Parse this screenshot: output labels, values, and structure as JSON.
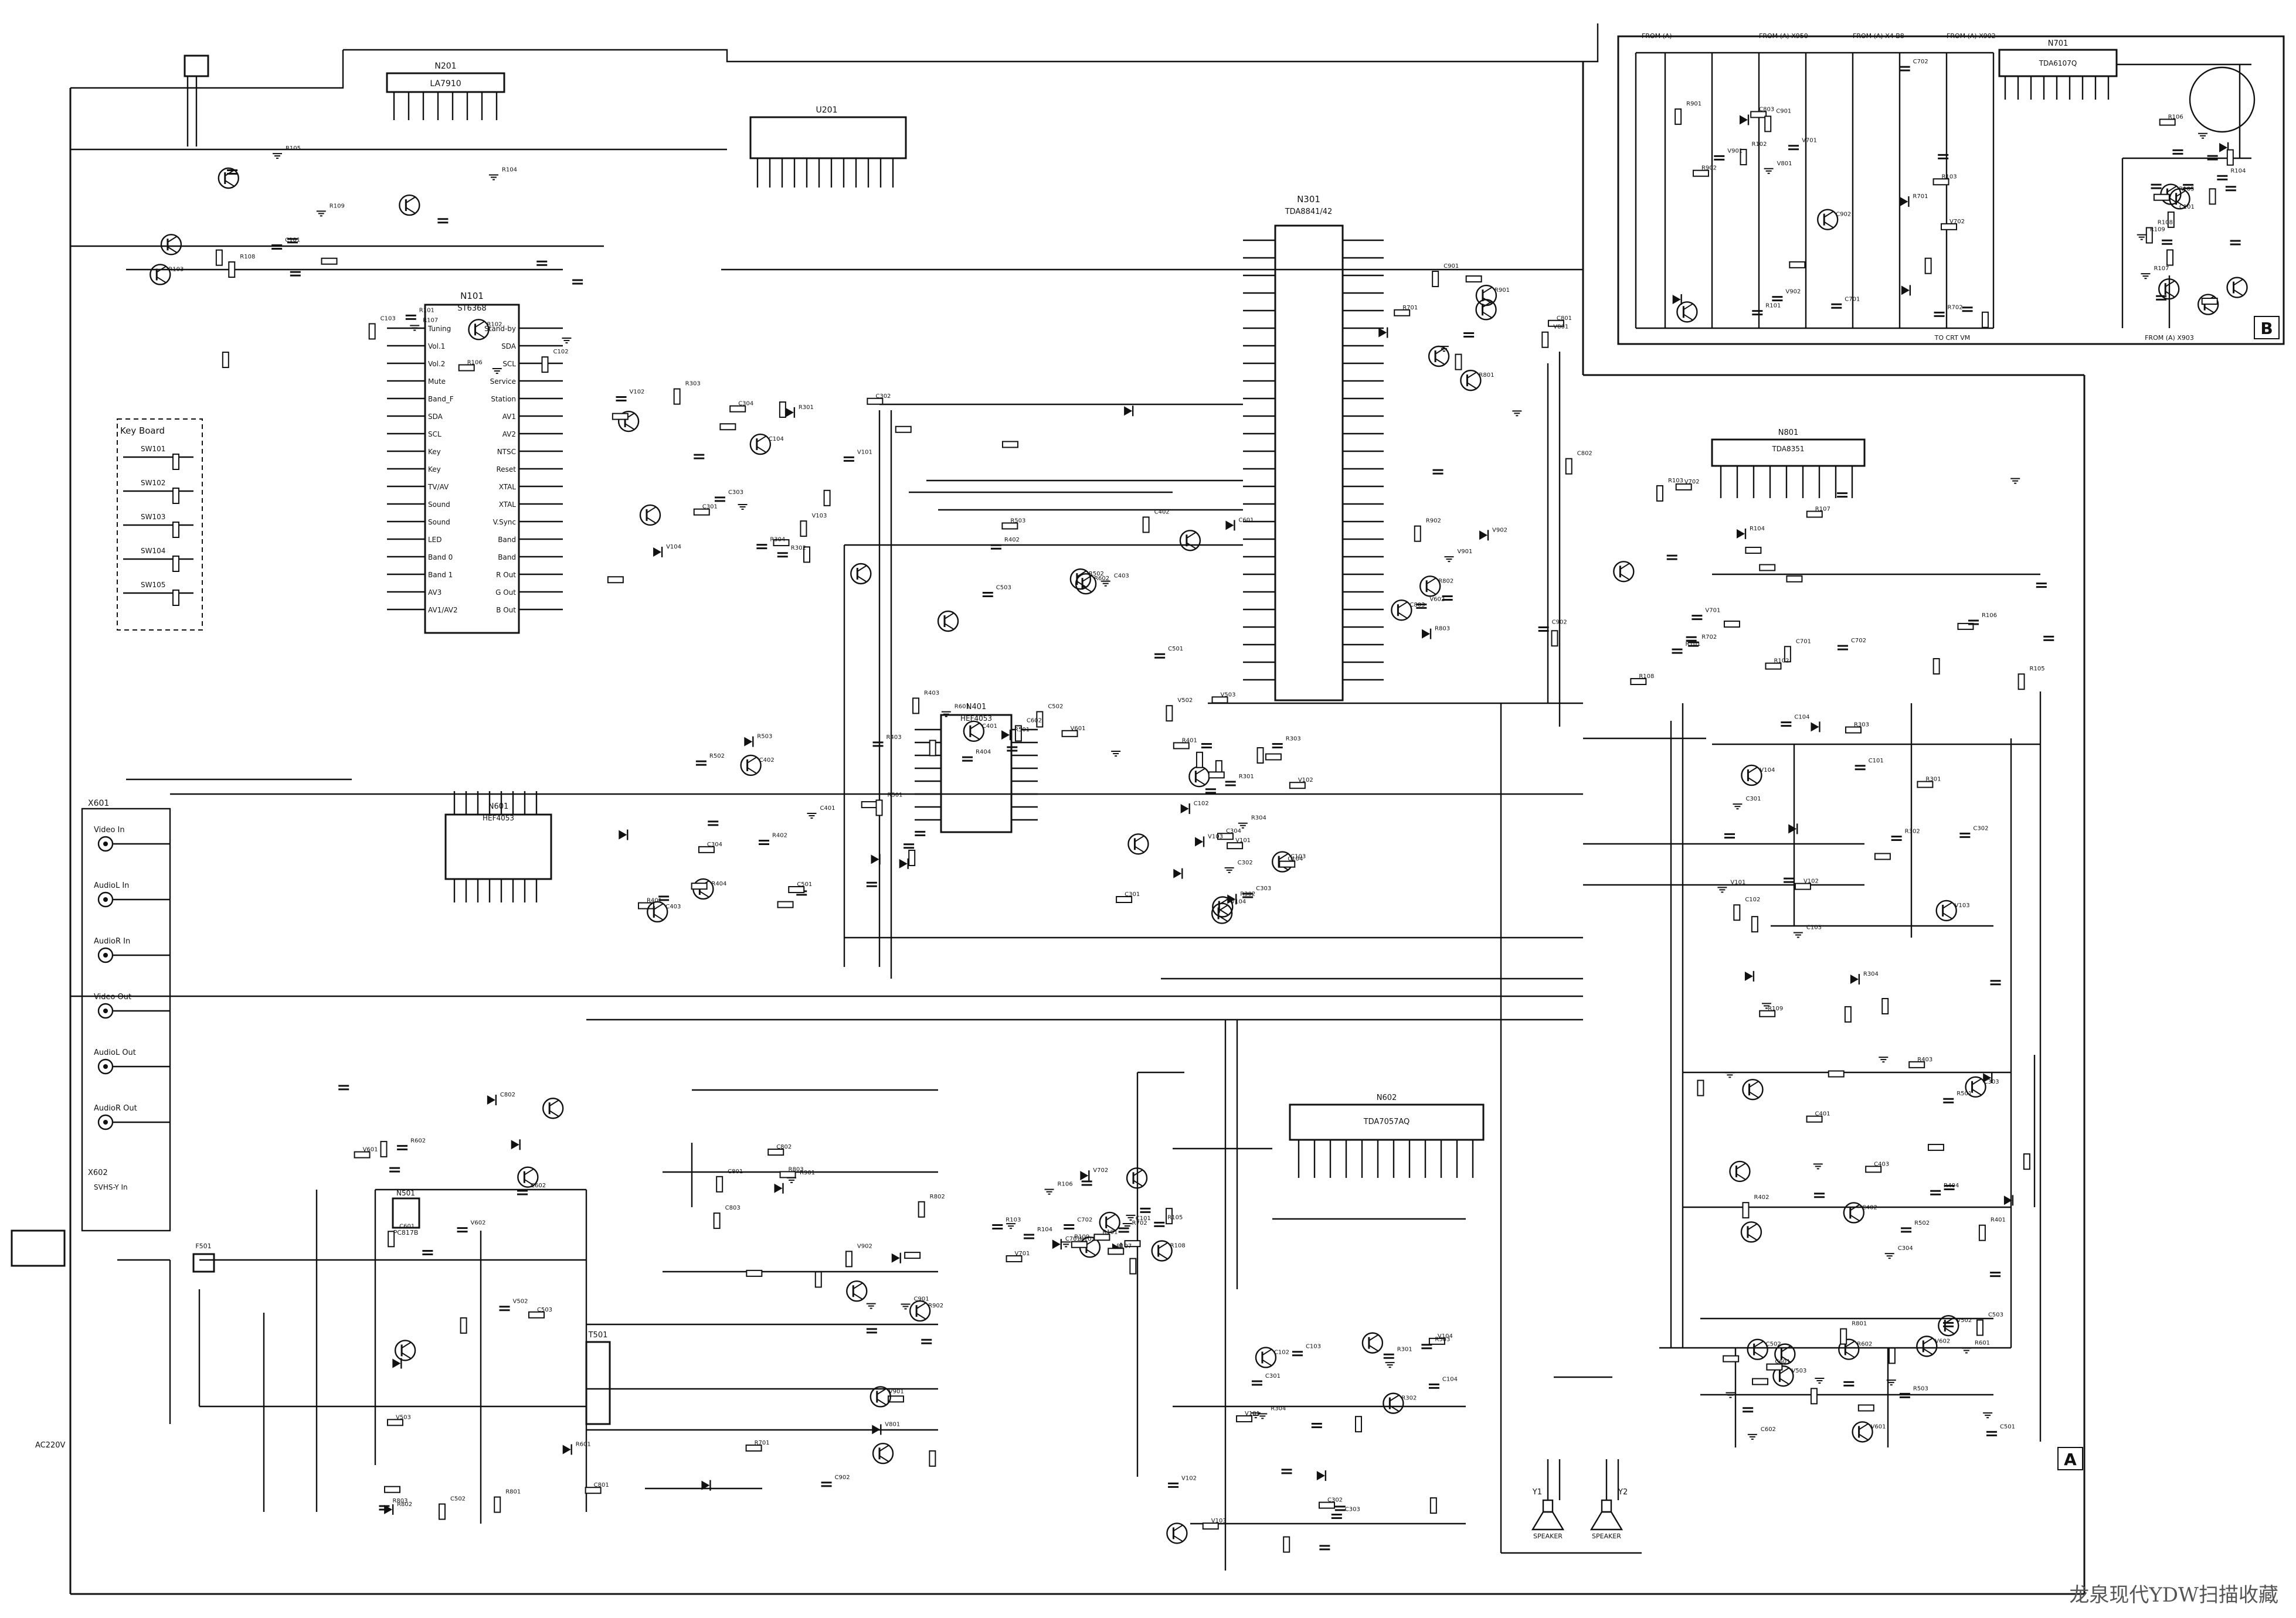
{
  "watermark": "龙泉现代YDW扫描收藏",
  "board_labels": {
    "main": "A",
    "crt": "B"
  },
  "ics": {
    "n201": {
      "ref": "N201",
      "part": "LA7910"
    },
    "n101": {
      "ref": "N101",
      "part": "ST6368"
    },
    "n301": {
      "ref": "N301",
      "part": "TDA8841/42"
    },
    "n201b": {
      "ref": "U201",
      "part": ""
    },
    "n401": {
      "ref": "N401",
      "part": "HEF4053"
    },
    "n601": {
      "ref": "N601",
      "part": "HEF4053"
    },
    "n801": {
      "ref": "N801",
      "part": "TDA8351"
    },
    "n602": {
      "ref": "N602",
      "part": "TDA7057AQ"
    },
    "n701": {
      "ref": "N701",
      "part": "TDA6107Q"
    }
  },
  "boxes": {
    "keyboard": "Key Board",
    "scart": "X601"
  },
  "connectors": {
    "video_in": "Video In",
    "audiol_in": "AudioL In",
    "audior_in": "AudioR In",
    "video_out": "Video Out",
    "audiol_out": "AudioL Out",
    "audior_out": "AudioR Out",
    "svhs": "SVHS-Y In",
    "x602": "X602"
  },
  "keys": [
    "SW101",
    "SW102",
    "SW103",
    "SW104",
    "SW105"
  ],
  "ic_pins": {
    "n101_left": [
      "Tuning",
      "Vol.1",
      "Vol.2",
      "Mute",
      "Band_F",
      "SDA",
      "SCL",
      "Key",
      "Key",
      "TV/AV",
      "Sound",
      "Sound",
      "LED",
      "Band 0",
      "Band 1",
      "AV3",
      "AV1/AV2"
    ],
    "n101_right": [
      "Stand-by",
      "SDA",
      "SCL",
      "Service",
      "Station",
      "AV1",
      "AV2",
      "NTSC",
      "Reset",
      "XTAL",
      "XTAL",
      "V.Sync",
      "Band",
      "Band",
      "R Out",
      "G Out",
      "B Out"
    ]
  },
  "power": {
    "mains": "AC220V",
    "fuse": "F501",
    "transformer": "T501",
    "rect": "V501",
    "reg": "N501",
    "reg_part": "PC817B"
  },
  "audio": {
    "speaker_l": "SPEAKER",
    "speaker_r": "SPEAKER",
    "y1": "Y1",
    "y2": "Y2"
  },
  "crt_board": {
    "from1": "FROM (A)",
    "from2": "FROM (A) X950",
    "from3": "FROM (A) X4 B8",
    "from4": "FROM (A) X902",
    "to_crt": "TO CRT VM",
    "from_bottom": "FROM (A) X903"
  },
  "sample_labels": [
    "R101",
    "R102",
    "R103",
    "R104",
    "R105",
    "R106",
    "R107",
    "R108",
    "R109",
    "C101",
    "C102",
    "C103",
    "C104",
    "V101",
    "V102",
    "V103",
    "V104",
    "R301",
    "R302",
    "R303",
    "R304",
    "C301",
    "C302",
    "C303",
    "C304",
    "R401",
    "R402",
    "R403",
    "R404",
    "C401",
    "C402",
    "C403",
    "R501",
    "R502",
    "R503",
    "C501",
    "C502",
    "C503",
    "V502",
    "V503",
    "R601",
    "R602",
    "C601",
    "C602",
    "V601",
    "V602",
    "R801",
    "R802",
    "R803",
    "C801",
    "C802",
    "C803",
    "V801",
    "R901",
    "R902",
    "C901",
    "C902",
    "V901",
    "V902",
    "R701",
    "R702",
    "C701",
    "C702",
    "V701",
    "V702"
  ]
}
